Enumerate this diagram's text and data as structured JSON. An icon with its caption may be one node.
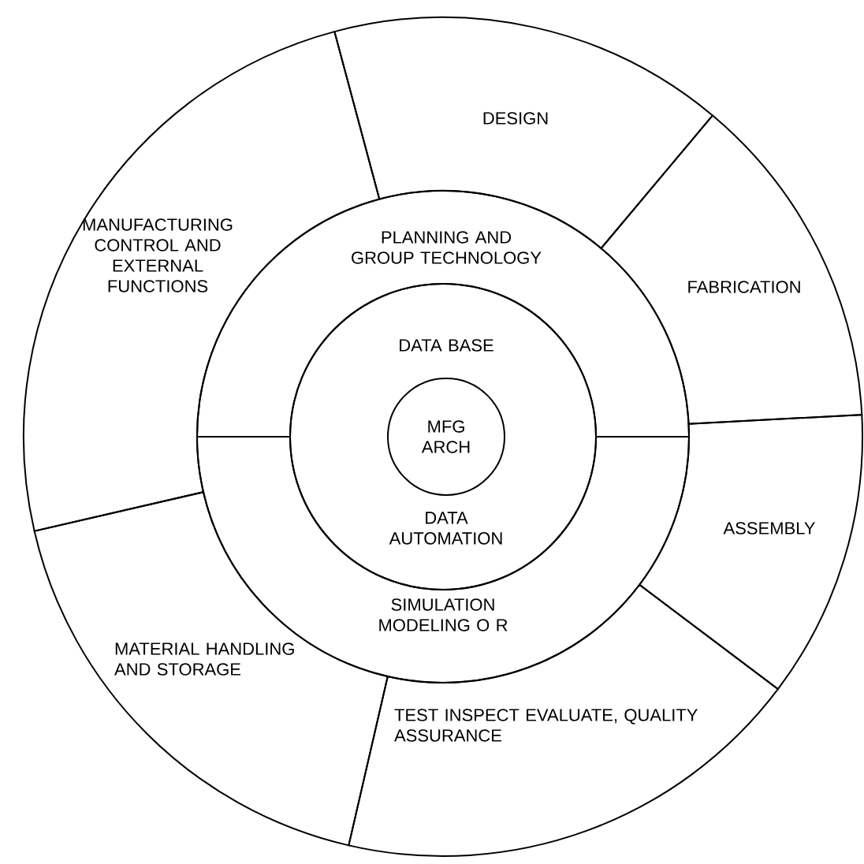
{
  "diagram": {
    "nodes": [
      {
        "text": [
          "DESIGN"
        ]
      },
      {
        "text": [
          "MANUFACTURING CONTROL AND EXTERNAL FUNCTIONS"
        ]
      },
      {
        "text": [
          "PLANNING AND GROUP TECHNOLOGY"
        ]
      },
      {
        "text": [
          "FABRICATION"
        ]
      },
      {
        "text": [
          "DATA BASE",
          "DATA AUTOMATION"
        ]
      },
      {
        "text": [
          "MFG ARCH"
        ],
        "in": 4
      },
      {
        "text": [
          "ASSEMBLY"
        ]
      },
      {
        "text": [
          "SIMULATION MODELING O R"
        ]
      },
      {
        "text": [
          "MATERIAL HANDLING AND STORAGE"
        ]
      },
      {
        "text": [
          "TEST INSPECT EVALUATE, QUALITY ASSURANCE"
        ]
      }
    ]
  }
}
